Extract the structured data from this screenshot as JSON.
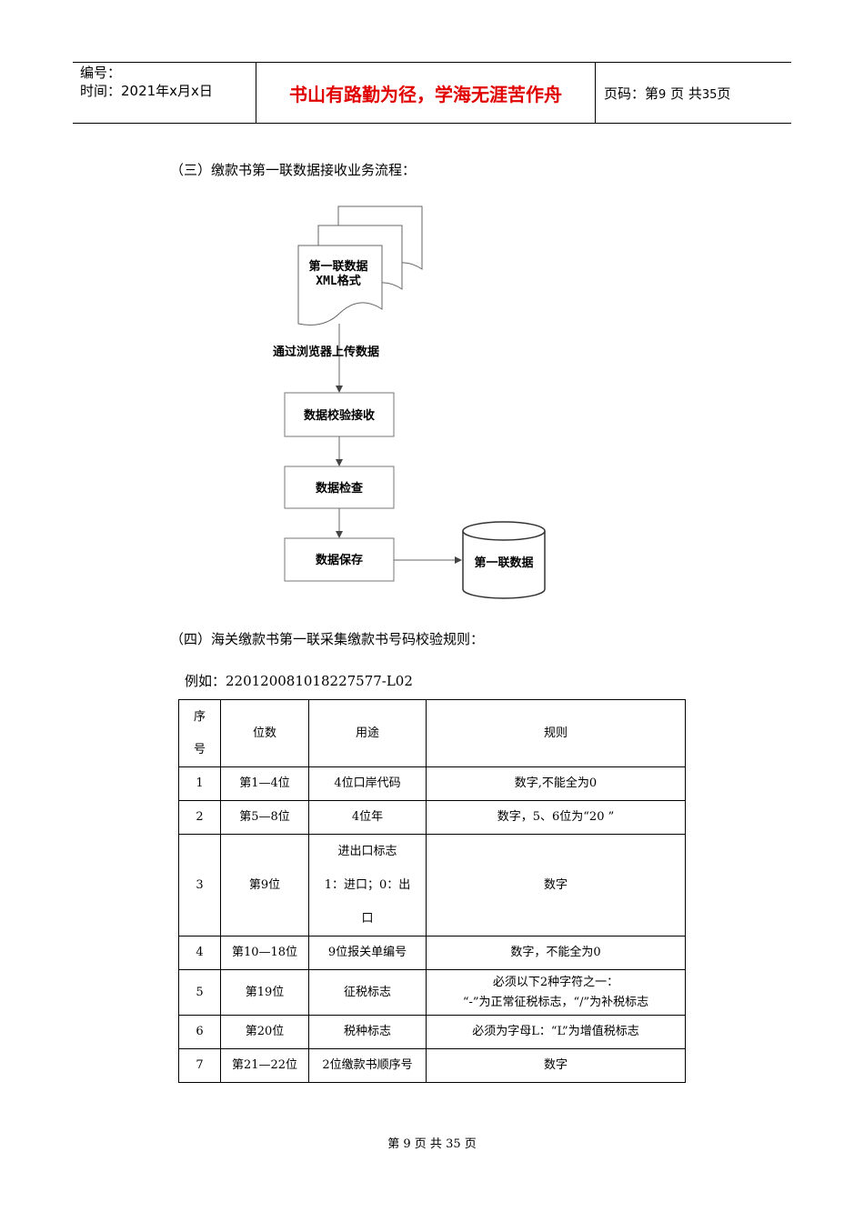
{
  "header": {
    "serial_label": "编号：",
    "time_label": "时间：2021年x月x日",
    "motto": "书山有路勤为径，学海无涯苦作舟",
    "page_prefix": "页码：第",
    "page_current": "9",
    "page_middle": "页 共",
    "page_total": "35",
    "page_suffix": "页"
  },
  "section3": {
    "heading": "（三）缴款书第一联数据接收业务流程："
  },
  "flowchart": {
    "doc_line1": "第一联数据",
    "doc_line2": "XML格式",
    "arrow_label": "通过浏览器上传数据",
    "step1": "数据校验接收",
    "step2": "数据检查",
    "step3": "数据保存",
    "database": "第一联数据"
  },
  "section4": {
    "heading": "（四）海关缴款书第一联采集缴款书号码校验规则：",
    "example": "例如：220120081018227577-L02"
  },
  "table": {
    "headers": {
      "no_line1": "序",
      "no_line2": "号",
      "digits": "位数",
      "purpose": "用途",
      "rule": "规则"
    },
    "rows": [
      {
        "no": "1",
        "digits": "第1—4位",
        "purpose": "4位口岸代码",
        "rule": "数字,不能全为0"
      },
      {
        "no": "2",
        "digits": "第5—8位",
        "purpose": "4位年",
        "rule": "数字，5、6位为“20 ”"
      },
      {
        "no": "3",
        "digits": "第9位",
        "purpose_l1": "进出口标志",
        "purpose_l2": "1：进口；0：出",
        "purpose_l3": "口",
        "rule": "数字"
      },
      {
        "no": "4",
        "digits": "第10—18位",
        "purpose": "9位报关单编号",
        "rule": "数字，不能全为0"
      },
      {
        "no": "5",
        "digits": "第19位",
        "purpose": "征税标志",
        "rule_l1": "必须以下2种字符之一：",
        "rule_l2": "“-”为正常征税标志，“/”为补税标志"
      },
      {
        "no": "6",
        "digits": "第20位",
        "purpose": "税种标志",
        "rule": "必须为字母L：“L”为增值税标志"
      },
      {
        "no": "7",
        "digits": "第21—22位",
        "purpose": "2位缴款书顺序号",
        "rule": "数字"
      }
    ]
  },
  "footer": {
    "prefix": "第",
    "current": "9",
    "middle": "页 共",
    "total": "35",
    "suffix": "页"
  }
}
